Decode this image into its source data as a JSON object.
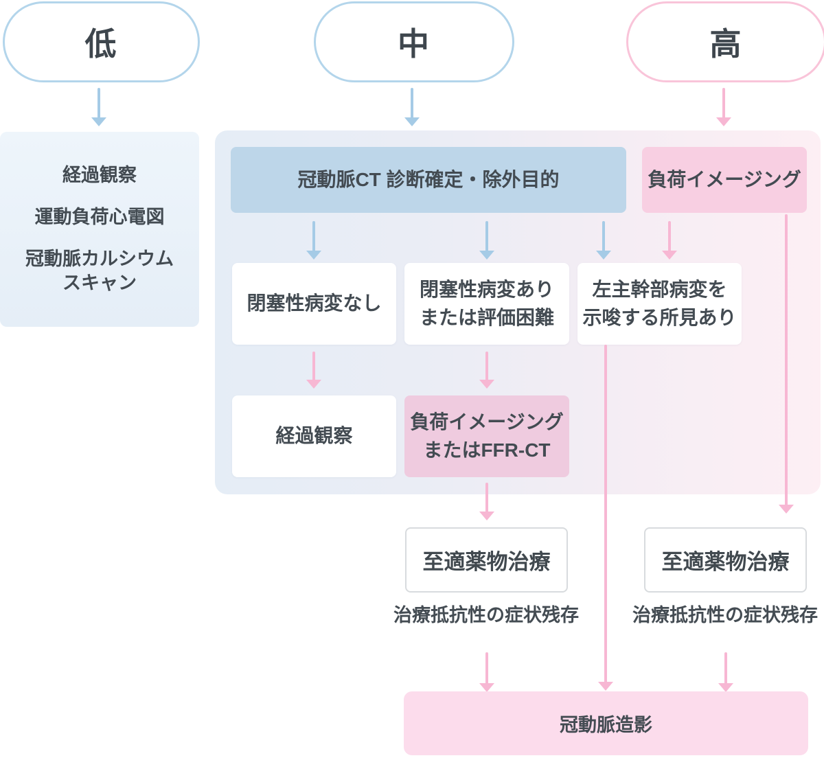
{
  "colors": {
    "blue_node": "#bdd6e9",
    "blue_arrow": "#a5cbe6",
    "pink_arrow": "#f7b7d3",
    "pink_node": "#f8cfe2",
    "pink_node_muted": "#efcbdf",
    "pink_node_light": "#fcdcec",
    "low_panel_bg": "#e9f1f8",
    "pill_blue_border": "#b3d5eb",
    "pill_pink_border": "#f9c4d9",
    "text_dark": "#41494f"
  },
  "risk_pills": [
    {
      "label": "低"
    },
    {
      "label": "中"
    },
    {
      "label": "高"
    }
  ],
  "low_risk_panel": {
    "items": [
      "経過観察",
      "運動負荷心電図",
      "冠動脈カルシウム\nスキャン"
    ]
  },
  "mid_high_panel": {
    "ct_box": "冠動脈CT 診断確定・除外目的",
    "stress_imaging_box": "負荷イメージング",
    "ct_findings": [
      "閉塞性病変なし",
      "閉塞性病変あり\nまたは評価困難",
      "左主幹部病変を\n示唆する所見あり"
    ],
    "no_lesion_action": "経過観察",
    "lesion_action": "負荷イメージング\nまたはFFR-CT"
  },
  "treatment": {
    "omt_left": "至適薬物治療",
    "omt_right": "至適薬物治療",
    "resistant_left": "治療抵抗性の症状残存",
    "resistant_right": "治療抵抗性の症状残存",
    "angiography": "冠動脈造影"
  }
}
